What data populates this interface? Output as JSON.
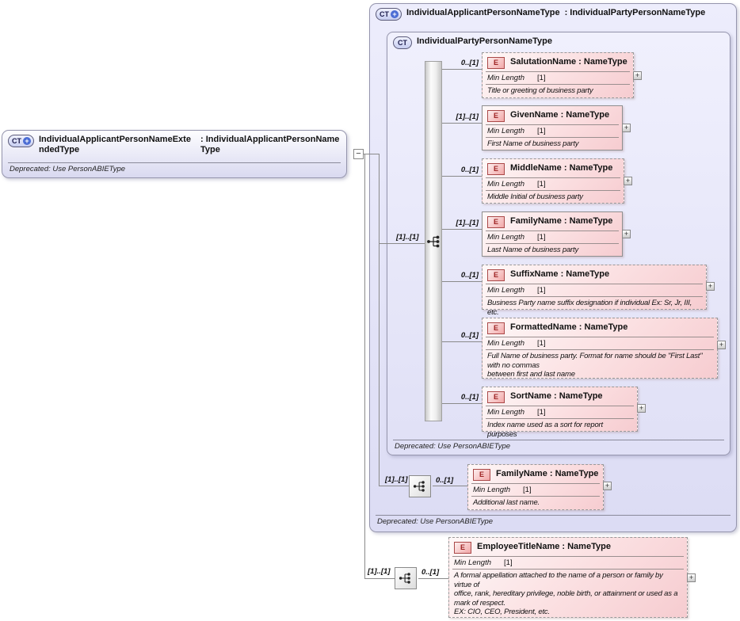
{
  "icons": {
    "element_badge": "E",
    "complex_badge": "CT",
    "plus": "+",
    "expand": "+",
    "collapse": "−"
  },
  "left_box": {
    "name": "IndividualApplicantPersonNameExtendedType",
    "type": ": IndividualApplicantPersonNameType",
    "note": "Deprecated: Use PersonABIEType"
  },
  "outer_box": {
    "name": "IndividualApplicantPersonNameType",
    "type": ": IndividualPartyPersonNameType",
    "note": "Deprecated: Use PersonABIEType"
  },
  "inner_box": {
    "name": "IndividualPartyPersonNameType",
    "note": "Deprecated: Use PersonABIEType"
  },
  "groups": [
    {
      "id": "party-name-sequence",
      "cardinality": "[1]..[1]"
    },
    {
      "id": "additional-family-sequence",
      "cardinality": "[1]..[1]"
    },
    {
      "id": "employee-title-sequence",
      "cardinality": "[1]..[1]"
    }
  ],
  "elements": [
    {
      "label": "SalutationName : NameType",
      "cardinality": "0..[1]",
      "facet": "Min Length",
      "facet_value": "[1]",
      "desc": "Title or greeting of business party"
    },
    {
      "label": "GivenName : NameType",
      "cardinality": "[1]..[1]",
      "facet": "Min Length",
      "facet_value": "[1]",
      "desc": "First Name of business party"
    },
    {
      "label": "MiddleName : NameType",
      "cardinality": "0..[1]",
      "facet": "Min Length",
      "facet_value": "[1]",
      "desc": "Middle Initial of business party"
    },
    {
      "label": "FamilyName : NameType",
      "cardinality": "[1]..[1]",
      "facet": "Min Length",
      "facet_value": "[1]",
      "desc": "Last Name of business party"
    },
    {
      "label": "SuffixName : NameType",
      "cardinality": "0..[1]",
      "facet": "Min Length",
      "facet_value": "[1]",
      "desc": "Business Party name suffix designation if individual Ex: Sr, Jr, III, etc."
    },
    {
      "label": "FormattedName : NameType",
      "cardinality": "0..[1]",
      "facet": "Min Length",
      "facet_value": "[1]",
      "desc": "Full Name of business party. Format for name should be \"First Last\" with no commas\nbetween first and last name"
    },
    {
      "label": "SortName : NameType",
      "cardinality": "0..[1]",
      "facet": "Min Length",
      "facet_value": "[1]",
      "desc": "Index name used as a sort for report purposes"
    },
    {
      "label": "FamilyName : NameType",
      "cardinality": "0..[1]",
      "facet": "Min Length",
      "facet_value": "[1]",
      "desc": "Additional last name."
    },
    {
      "label": "EmployeeTitleName : NameType",
      "cardinality": "0..[1]",
      "facet": "Min Length",
      "facet_value": "[1]",
      "desc": "A formal appellation attached to the name of a person or family by virtue of\noffice, rank, hereditary privilege, noble birth, or attainment or used as a mark of respect.\nEX: CIO, CEO, President, etc."
    }
  ]
}
